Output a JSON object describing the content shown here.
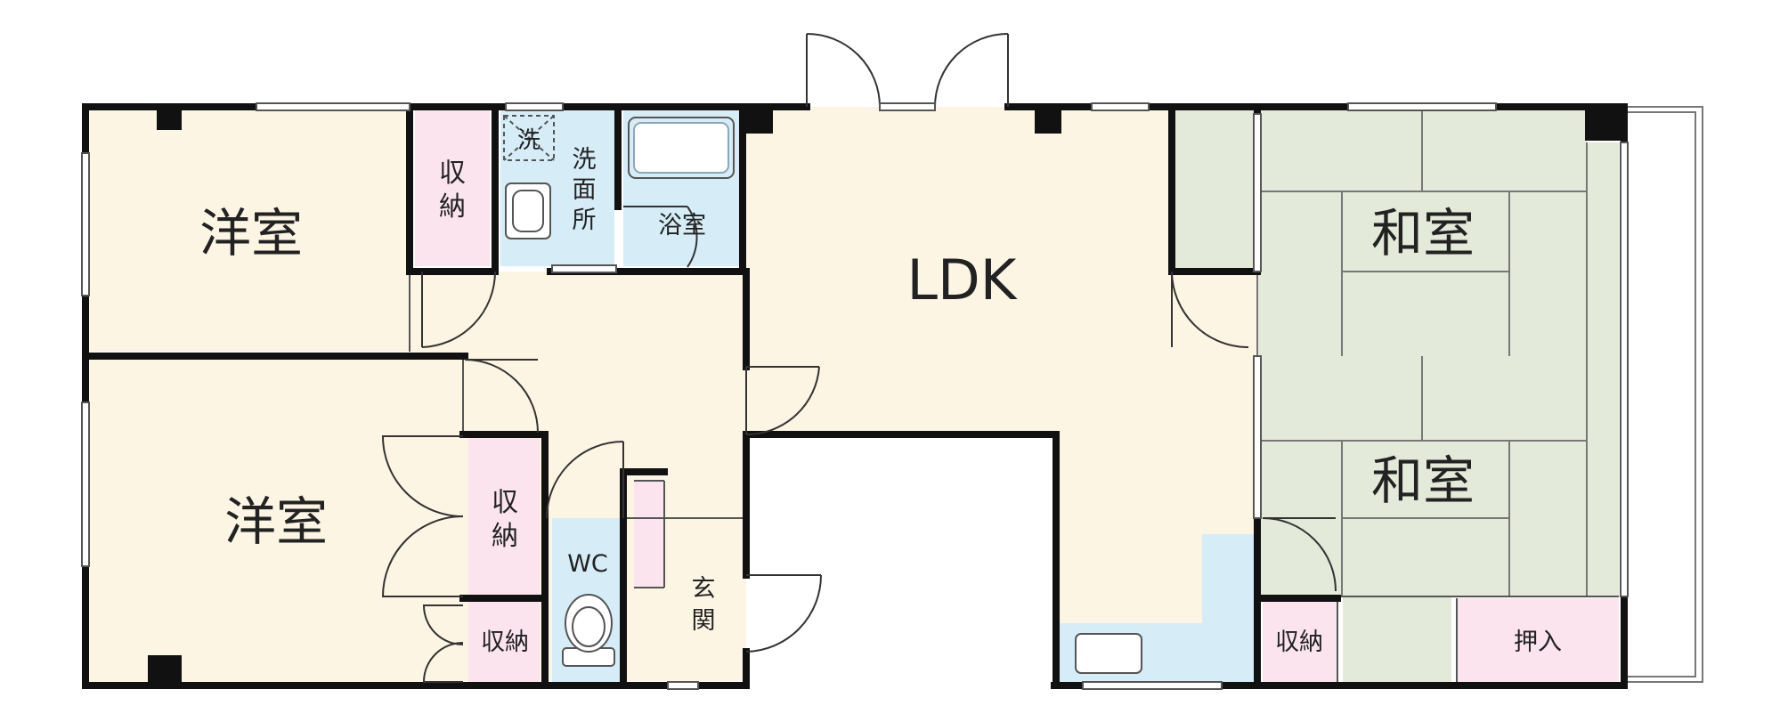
{
  "colors": {
    "western_floor": "#fdf5e4",
    "japanese_floor": "#e4ead9",
    "storage": "#fbe4ee",
    "water_area": "#d6edf8",
    "wall": "#111111",
    "thin_line": "#555555",
    "door_line": "#333333"
  },
  "rooms": {
    "western_room_1": "洋室",
    "western_room_2": "洋室",
    "ldk": "LDK",
    "japanese_room_1": "和室",
    "japanese_room_2": "和室",
    "storage": "収納",
    "storage_vertical": [
      "収",
      "納"
    ],
    "washroom_vertical": [
      "洗",
      "面",
      "所"
    ],
    "washer_mark": "洗",
    "bathroom": "浴室",
    "wc": "WC",
    "entrance_vertical": [
      "玄",
      "関"
    ],
    "oshiire": "押入"
  },
  "icons": [
    "washbasin-icon",
    "washing-machine-pan-icon",
    "bathtub-icon",
    "toilet-icon",
    "kitchen-sink-icon",
    "door-swing-icon",
    "window-icon",
    "balcony-icon"
  ]
}
